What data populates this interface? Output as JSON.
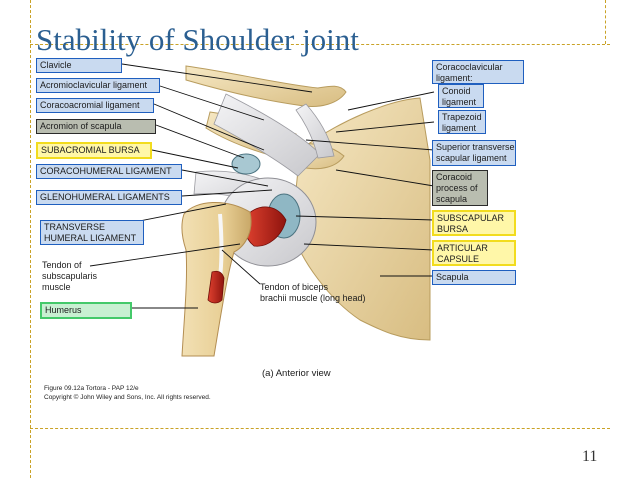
{
  "title": "Stability of Shoulder joint",
  "labels": {
    "clavicle": "Clavicle",
    "acromioclavicular": "Acromioclavicular ligament",
    "coracoacromial": "Coracoacromial ligament",
    "acromion": "Acromion of scapula",
    "subacromial_bursa": "SUBACROMIAL BURSA",
    "coracohumeral": "CORACOHUMERAL LIGAMENT",
    "glenohumeral": "GLENOHUMERAL LIGAMENTS",
    "transverse_1": "TRANSVERSE",
    "transverse_2": "HUMERAL LIGAMENT",
    "tendon_subscap_1": "Tendon of",
    "tendon_subscap_2": "subscapularis",
    "tendon_subscap_3": "muscle",
    "humerus": "Humerus",
    "coracoclavicular_1": "Coracoclavicular",
    "coracoclavicular_2": "ligament:",
    "conoid_1": "Conoid",
    "conoid_2": "ligament",
    "trapezoid_1": "Trapezoid",
    "trapezoid_2": "ligament",
    "superior_transverse_1": "Superior transverse",
    "superior_transverse_2": "scapular ligament",
    "coracoid_1": "Coracoid",
    "coracoid_2": "process of",
    "coracoid_3": "scapula",
    "subscapular_bursa_1": "SUBSCAPULAR",
    "subscapular_bursa_2": "BURSA",
    "articular_capsule_1": "ARTICULAR",
    "articular_capsule_2": "CAPSULE",
    "scapula": "Scapula",
    "biceps_1": "Tendon of biceps",
    "biceps_2": "brachii muscle (long head)"
  },
  "caption": "(a) Anterior view",
  "credit_1": "Figure 09.12a  Tortora - PAP 12/e",
  "credit_2": "Copyright © John Wiley and Sons, Inc. All rights reserved.",
  "page_number": "11",
  "colors": {
    "title": "#2b5f91",
    "label_blue": "#1f5fbf",
    "label_yellow": "#f2dc1e",
    "label_green": "#44c96a",
    "bone": "#ecd9a8",
    "ligament": "#e8e8ea",
    "muscle": "#c8261c"
  }
}
